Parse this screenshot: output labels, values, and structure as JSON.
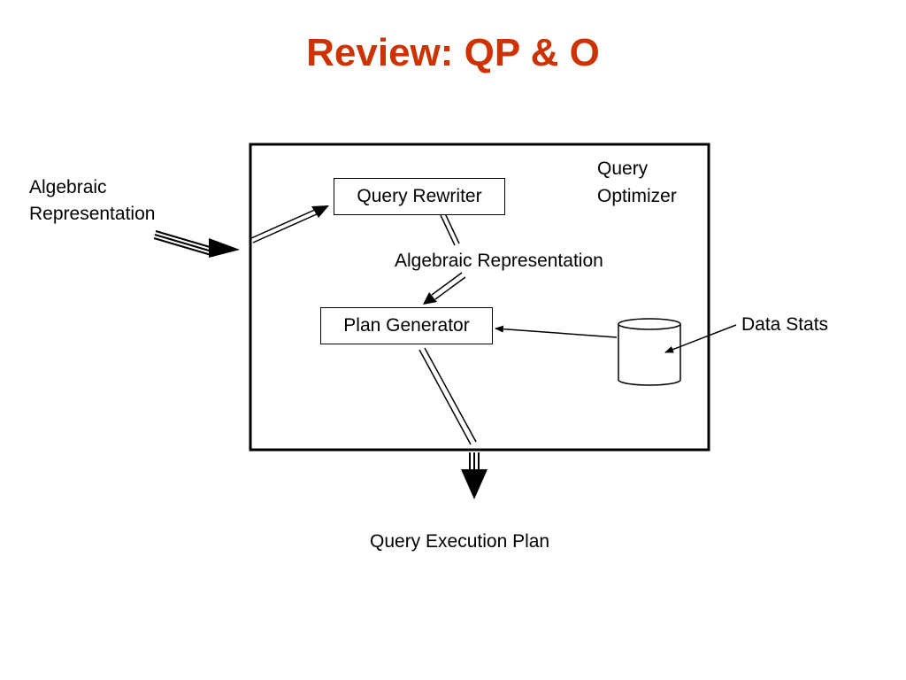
{
  "slide": {
    "title": "Review: QP & O",
    "title_color": "#CC3300"
  },
  "diagram": {
    "container_label_line1": "Query",
    "container_label_line2": "Optimizer",
    "input_label_line1": "Algebraic",
    "input_label_line2": "Representation",
    "query_rewriter": "Query Rewriter",
    "middle_label": "Algebraic Representation",
    "plan_generator": "Plan Generator",
    "data_stats": "Data Stats",
    "output_label": "Query Execution Plan"
  }
}
